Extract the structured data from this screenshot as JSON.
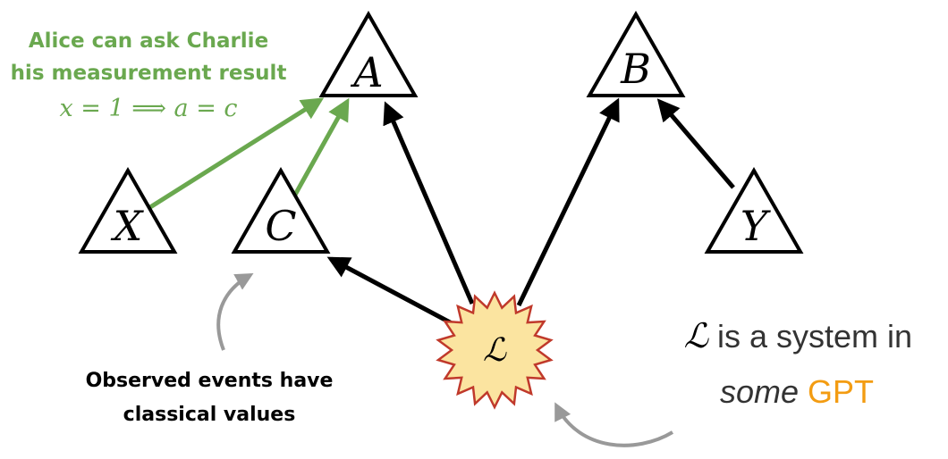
{
  "nodes": {
    "A": "A",
    "B": "B",
    "C": "C",
    "X": "X",
    "Y": "Y",
    "source": "ℒ"
  },
  "annotations": {
    "alice_line1": "Alice can ask Charlie",
    "alice_line2": "his measurement result",
    "alice_math": "x = 1 ⟹ a = c",
    "observed_line1": "Observed events have",
    "observed_line2": "classical values",
    "gpt_symbol": "ℒ",
    "gpt_line1_rest": " is a system in",
    "gpt_line2_word1": "some",
    "gpt_line2_word2": "GPT"
  },
  "colors": {
    "green": "#6aa84f",
    "orange": "#f39c12",
    "gray_arrow": "#999999",
    "source_fill": "#fbe4a0",
    "source_stroke": "#c0392b",
    "text_gray": "#333333"
  },
  "edges": [
    {
      "from": "X",
      "to": "A",
      "color": "green"
    },
    {
      "from": "C",
      "to": "A",
      "color": "green"
    },
    {
      "from": "source",
      "to": "A",
      "color": "black"
    },
    {
      "from": "source",
      "to": "B",
      "color": "black"
    },
    {
      "from": "source",
      "to": "C",
      "color": "black"
    },
    {
      "from": "Y",
      "to": "B",
      "color": "black"
    }
  ]
}
